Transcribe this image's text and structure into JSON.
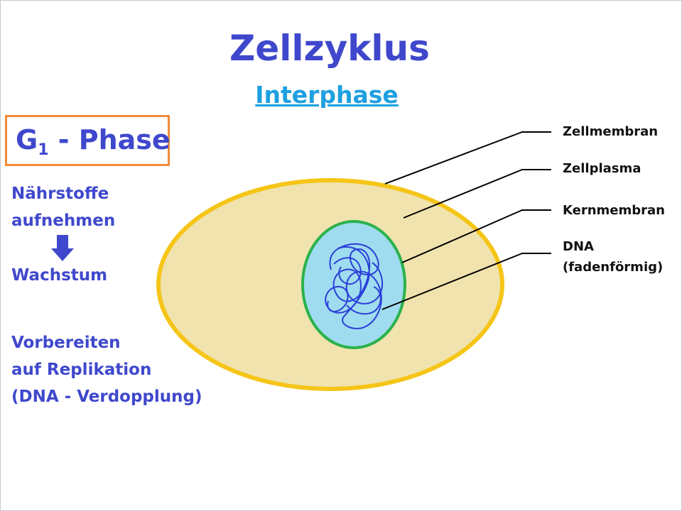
{
  "title": "Zellzyklus",
  "subtitle": "Interphase",
  "phase": {
    "letter": "G",
    "index": "1",
    "rest": " - Phase"
  },
  "left_text": {
    "line1": "Nährstoffe",
    "line2": "aufnehmen",
    "line3": "Wachstum",
    "line4": "Vorbereiten",
    "line5": "auf Replikation",
    "line6": "(DNA - Verdopplung)"
  },
  "labels": {
    "membrane": "Zellmembran",
    "plasma": "Zellplasma",
    "nuclear_membrane": "Kernmembran",
    "dna_1": "DNA",
    "dna_2": "(fadenförmig)"
  },
  "colors": {
    "text_blue": "#3f48cc",
    "subtitle_blue": "#1ea0e0",
    "box_orange": "#f08c3c",
    "cell_fill": "#f1e3ae",
    "cell_border": "#f5c518",
    "nucleus_fill": "#9fdcef",
    "nucleus_border": "#2bb24c",
    "dna_blue": "#2a3fd8"
  },
  "icons": {
    "arrow": "arrow-down-icon"
  }
}
